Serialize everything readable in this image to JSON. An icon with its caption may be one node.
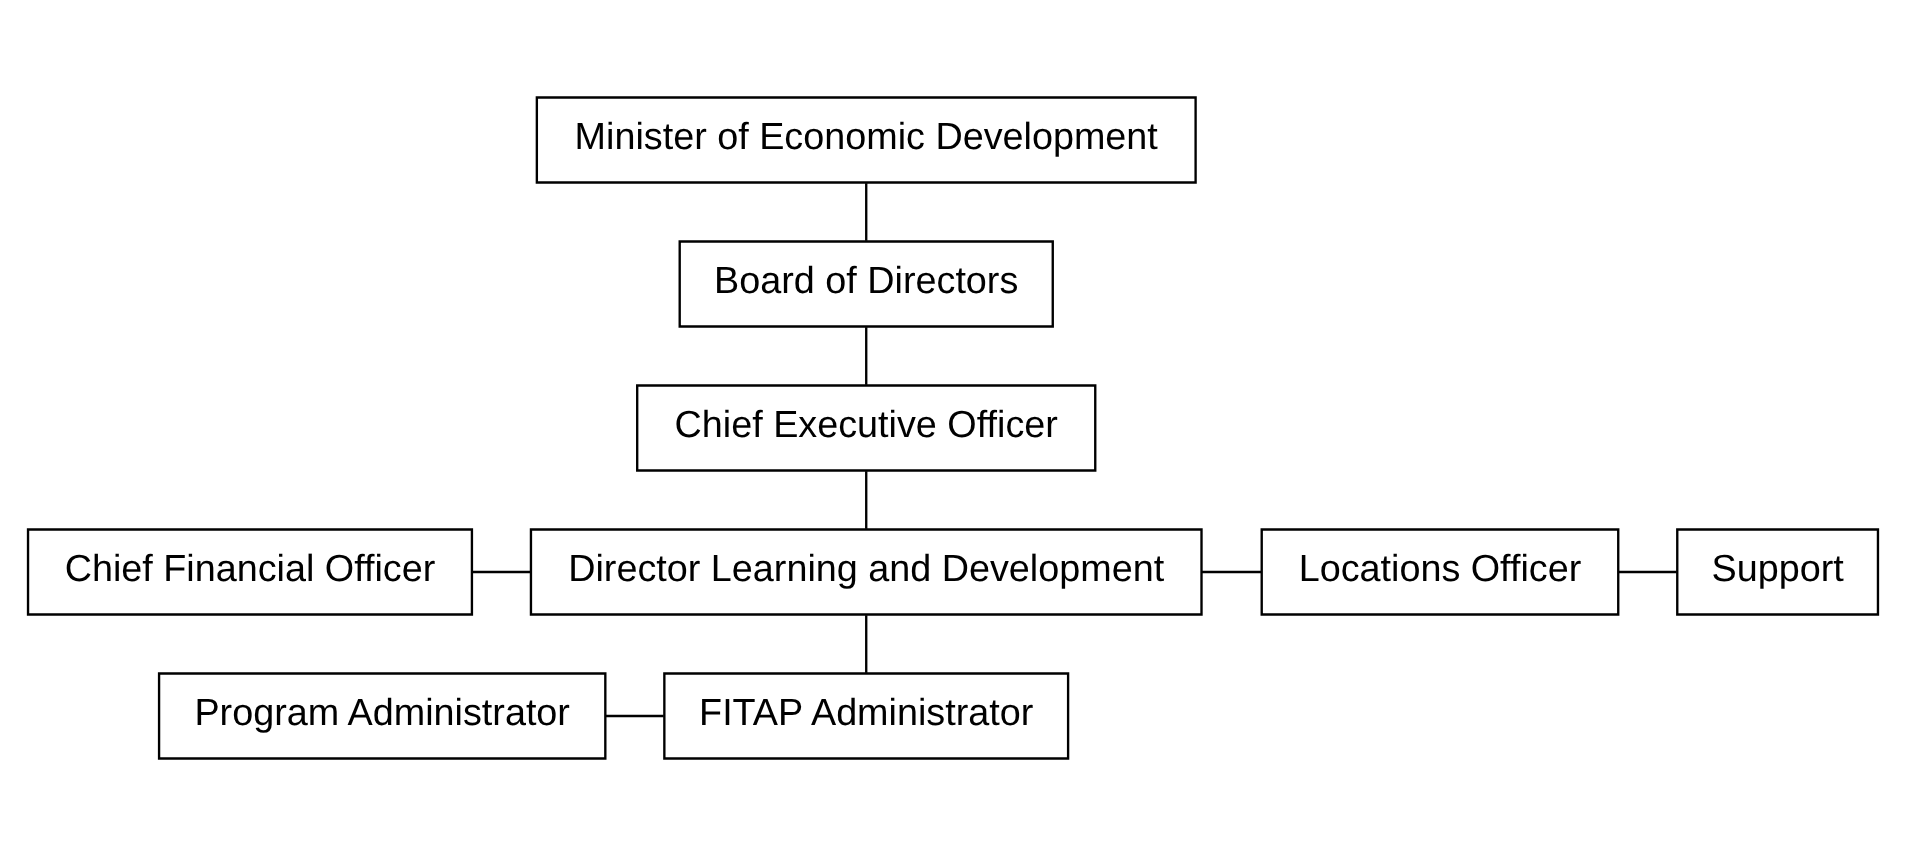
{
  "diagram": {
    "nodes": [
      {
        "text": [
          "Minister of Economic Development"
        ]
      },
      {
        "text": [
          "Board of Directors"
        ]
      },
      {
        "text": [
          "Chief Executive Officer"
        ]
      },
      {
        "text": [
          "Chief Financial Officer"
        ]
      },
      {
        "text": [
          "Director Learning and Development"
        ]
      },
      {
        "text": [
          "Locations Officer"
        ]
      },
      {
        "text": [
          "Support"
        ]
      },
      {
        "text": [
          "Program Administrator"
        ]
      },
      {
        "text": [
          "FITAP Administrator"
        ]
      }
    ],
    "edges": [
      {
        "from": 0,
        "to": 1,
        "arrow": "none"
      },
      {
        "from": 1,
        "to": 2,
        "arrow": "none"
      },
      {
        "from": 2,
        "to": 4,
        "arrow": "none"
      },
      {
        "from": 3,
        "to": 4,
        "arrow": "none"
      },
      {
        "from": 4,
        "to": 5,
        "arrow": "none"
      },
      {
        "from": 5,
        "to": 6,
        "arrow": "none"
      },
      {
        "from": 4,
        "to": 8,
        "arrow": "none"
      },
      {
        "from": 7,
        "to": 8,
        "arrow": "none"
      }
    ]
  }
}
